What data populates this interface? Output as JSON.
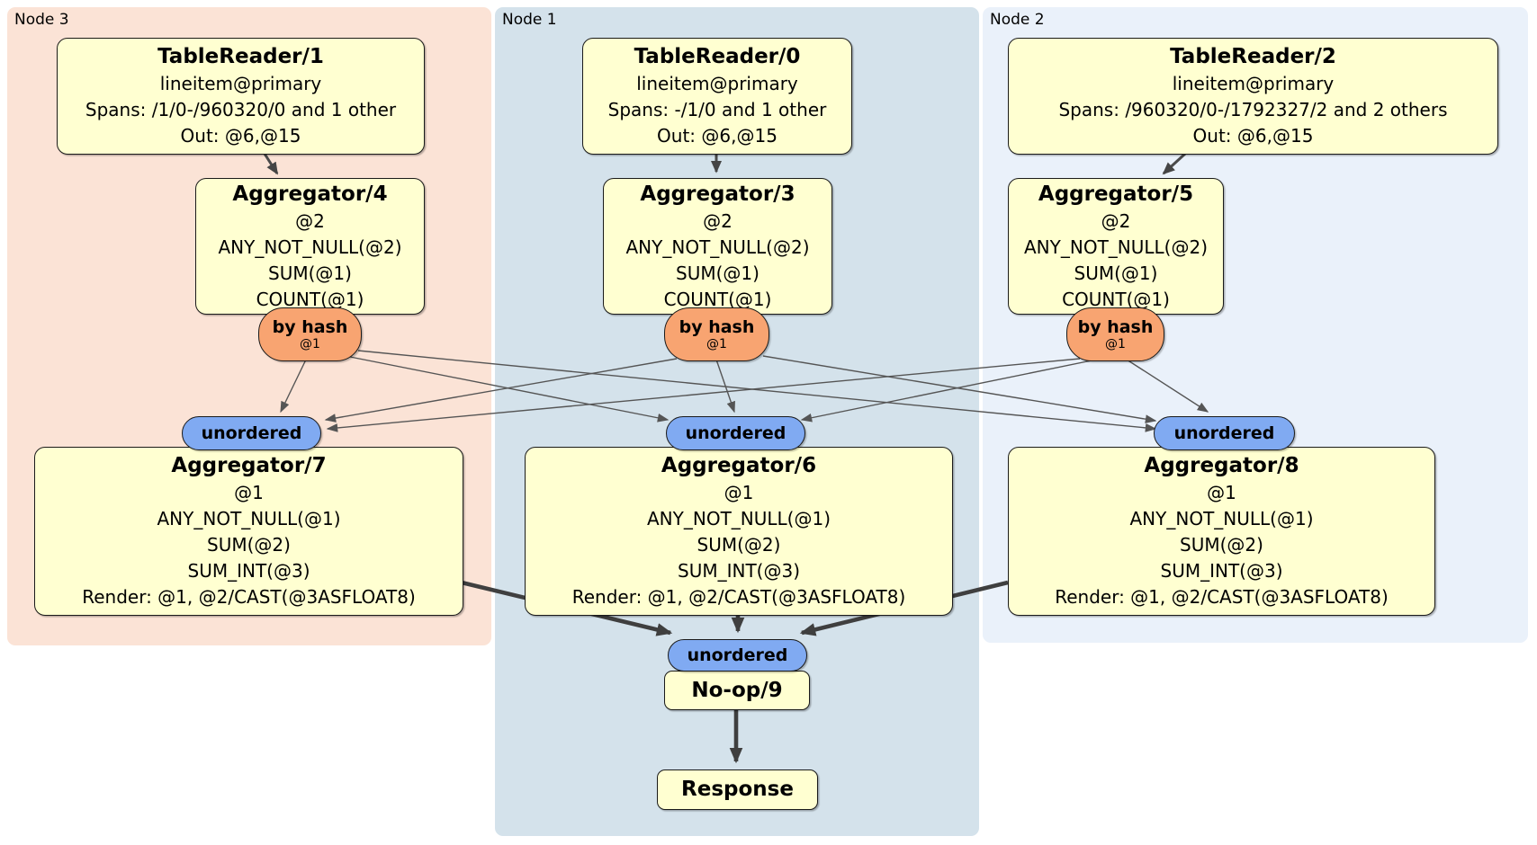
{
  "groups": {
    "node3": {
      "label": "Node 3"
    },
    "node1": {
      "label": "Node 1"
    },
    "node2": {
      "label": "Node 2"
    }
  },
  "colors": {
    "node3_bg": "#fbe3d6",
    "node1_bg": "#d4e2eb",
    "node2_bg": "#eaf1fa",
    "processor_bg": "#ffffd1",
    "hash_router_bg": "#f8a471",
    "sync_bg": "#80aaf2",
    "edge": "#474747"
  },
  "processors": {
    "tr1": {
      "title": "TableReader/1",
      "lines": [
        "lineitem@primary",
        "Spans: /1/0-/960320/0 and 1 other",
        "Out: @6,@15"
      ]
    },
    "tr0": {
      "title": "TableReader/0",
      "lines": [
        "lineitem@primary",
        "Spans: -/1/0 and 1 other",
        "Out: @6,@15"
      ]
    },
    "tr2": {
      "title": "TableReader/2",
      "lines": [
        "lineitem@primary",
        "Spans: /960320/0-/1792327/2 and 2 others",
        "Out: @6,@15"
      ]
    },
    "agg4": {
      "title": "Aggregator/4",
      "lines": [
        "@2",
        "ANY_NOT_NULL(@2)",
        "SUM(@1)",
        "COUNT(@1)"
      ]
    },
    "agg3": {
      "title": "Aggregator/3",
      "lines": [
        "@2",
        "ANY_NOT_NULL(@2)",
        "SUM(@1)",
        "COUNT(@1)"
      ]
    },
    "agg5": {
      "title": "Aggregator/5",
      "lines": [
        "@2",
        "ANY_NOT_NULL(@2)",
        "SUM(@1)",
        "COUNT(@1)"
      ]
    },
    "agg7": {
      "title": "Aggregator/7",
      "lines": [
        "@1",
        "ANY_NOT_NULL(@1)",
        "SUM(@2)",
        "SUM_INT(@3)",
        "Render: @1, @2/CAST(@3ASFLOAT8)"
      ]
    },
    "agg6": {
      "title": "Aggregator/6",
      "lines": [
        "@1",
        "ANY_NOT_NULL(@1)",
        "SUM(@2)",
        "SUM_INT(@3)",
        "Render: @1, @2/CAST(@3ASFLOAT8)"
      ]
    },
    "agg8": {
      "title": "Aggregator/8",
      "lines": [
        "@1",
        "ANY_NOT_NULL(@1)",
        "SUM(@2)",
        "SUM_INT(@3)",
        "Render: @1, @2/CAST(@3ASFLOAT8)"
      ]
    },
    "noop": {
      "title": "No-op/9"
    },
    "response": {
      "title": "Response"
    }
  },
  "routers": {
    "hash3": {
      "label": "by hash",
      "sub": "@1"
    },
    "hash1": {
      "label": "by hash",
      "sub": "@1"
    },
    "hash2": {
      "label": "by hash",
      "sub": "@1"
    }
  },
  "streams": {
    "unordered_left": {
      "label": "unordered"
    },
    "unordered_center": {
      "label": "unordered"
    },
    "unordered_right": {
      "label": "unordered"
    },
    "unordered_bottom": {
      "label": "unordered"
    }
  }
}
